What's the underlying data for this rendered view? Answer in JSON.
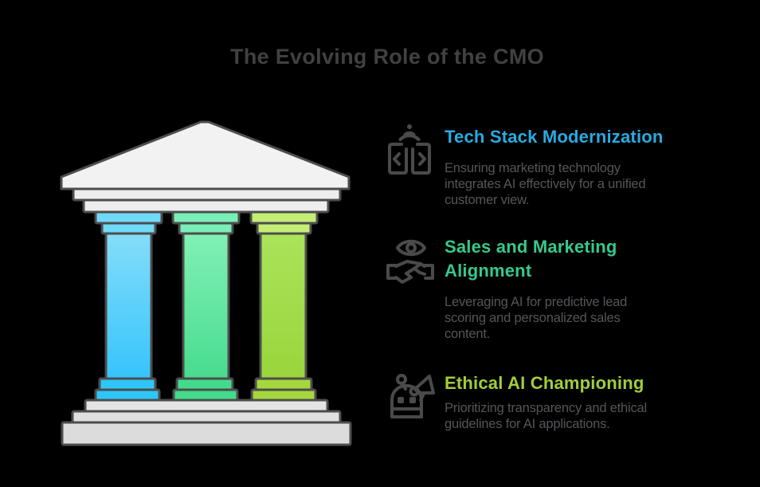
{
  "title": "The Evolving Role of the CMO",
  "colors": {
    "background": "#000000",
    "title_text": "#414042",
    "body_text": "#55565A",
    "icon_stroke": "#4A4A4B",
    "stone_fill": "#EDEDEE",
    "stone_stroke": "#4D4D4D",
    "pillar_blue": {
      "capital": "#6FD9F8",
      "shaft_top": "#84DDF9",
      "shaft_bottom": "#36C4FB",
      "base": "#2EC6F8"
    },
    "pillar_green": {
      "capital": "#79EEB7",
      "shaft_top": "#82F0B6",
      "shaft_bottom": "#48DC8F",
      "base": "#42DB8C"
    },
    "pillar_lime": {
      "capital": "#C5ED75",
      "shaft_top": "#ABE35A",
      "shaft_bottom": "#9AD53C",
      "base": "#A5D83C"
    }
  },
  "temple": {
    "description": "three-pillar greek temple illustration",
    "pillar_labels": [
      "blue",
      "green",
      "lime"
    ]
  },
  "sections": [
    {
      "icon": "code-broadcast-icon",
      "accent": "#29ABE2",
      "heading_lines": [
        "Tech Stack Modernization"
      ],
      "body_lines": [
        "Ensuring marketing technology",
        "integrates AI effectively for a unified",
        "customer view."
      ]
    },
    {
      "icon": "eye-handshake-icon",
      "accent": "#36C98D",
      "heading_lines": [
        "Sales and Marketing",
        "Alignment"
      ],
      "body_lines": [
        "Leveraging AI for predictive lead",
        "scoring and personalized sales",
        "content."
      ]
    },
    {
      "icon": "robot-megaphone-icon",
      "accent": "#A2CE39",
      "heading_lines": [
        "Ethical AI Championing"
      ],
      "body_lines": [
        "Prioritizing transparency and ethical",
        "guidelines for AI applications."
      ]
    }
  ]
}
